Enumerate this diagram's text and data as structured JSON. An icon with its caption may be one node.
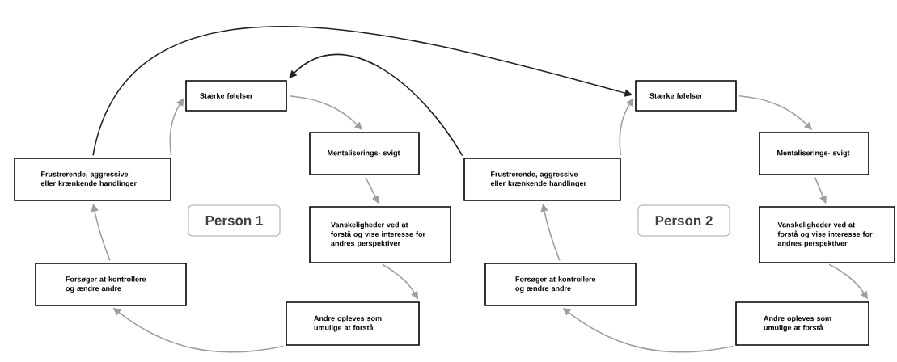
{
  "diagram": {
    "nodes": [
      {
        "text": [
          "Stærke følelser"
        ]
      },
      {
        "text": [
          "Mentaliserings- svigt"
        ]
      },
      {
        "text": [
          "Vanskeligheder ved at forstå og vise interesse for andres perspektiver"
        ]
      },
      {
        "text": [
          "Andre opleves som umulige at forstå"
        ]
      },
      {
        "text": [
          "Forsøger at kontrollere og ændre andre"
        ]
      },
      {
        "text": [
          "Frustrerende, aggressive eller krænkende handlinger"
        ]
      },
      {
        "text": [
          "Person 1"
        ]
      },
      {
        "text": [
          "Stærke følelser"
        ]
      },
      {
        "text": [
          "Mentaliserings- svigt"
        ]
      },
      {
        "text": [
          "Vanskeligheder ved at forstå og vise interesse for andres perspektiver"
        ]
      },
      {
        "text": [
          "Andre opleves som umulige at forstå"
        ]
      },
      {
        "text": [
          "Forsøger at kontrollere og ændre andre"
        ]
      },
      {
        "text": [
          "Frustrerende, aggressive eller krænkende handlinger"
        ]
      },
      {
        "text": [
          "Person 2"
        ]
      }
    ],
    "edges": [
      {
        "from": 0,
        "to": 1,
        "arrow": "to"
      },
      {
        "from": 1,
        "to": 2,
        "arrow": "to"
      },
      {
        "from": 2,
        "to": 3,
        "arrow": "to"
      },
      {
        "from": 3,
        "to": 4,
        "arrow": "to"
      },
      {
        "from": 4,
        "to": 5,
        "arrow": "to"
      },
      {
        "from": 5,
        "to": 0,
        "arrow": "to"
      },
      {
        "from": 7,
        "to": 8,
        "arrow": "to"
      },
      {
        "from": 8,
        "to": 9,
        "arrow": "to"
      },
      {
        "from": 9,
        "to": 10,
        "arrow": "to"
      },
      {
        "from": 10,
        "to": 11,
        "arrow": "to"
      },
      {
        "from": 11,
        "to": 12,
        "arrow": "to"
      },
      {
        "from": 12,
        "to": 7,
        "arrow": "to"
      },
      {
        "from": 5,
        "to": 7,
        "arrow": "to",
        "color": "#222222"
      },
      {
        "from": 12,
        "to": 0,
        "arrow": "to",
        "color": "#222222"
      }
    ]
  }
}
